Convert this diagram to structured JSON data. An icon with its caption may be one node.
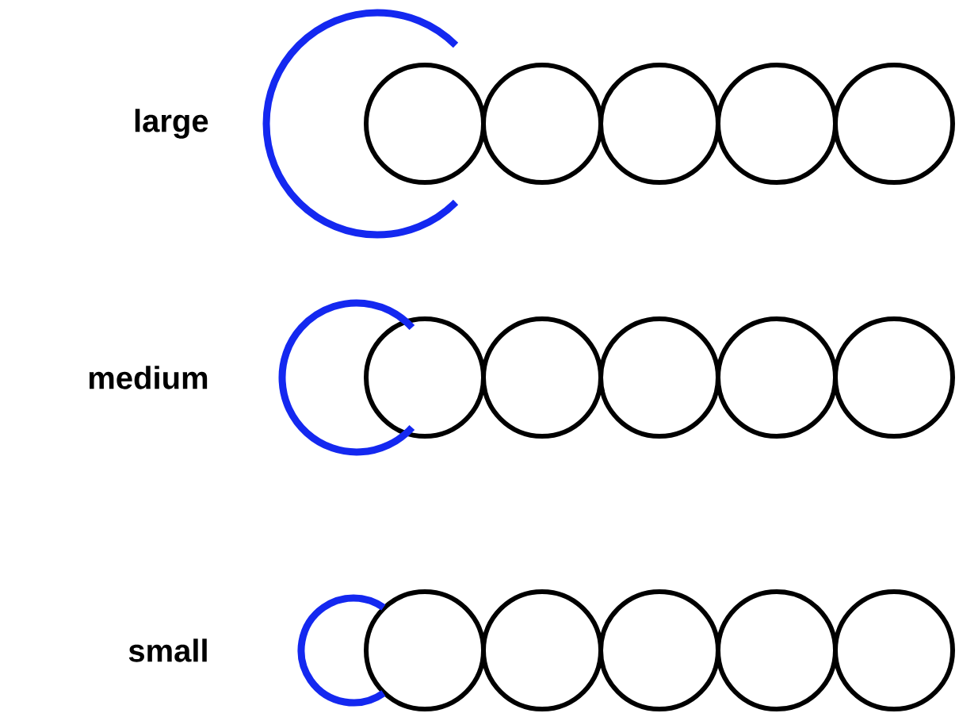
{
  "diagram": {
    "labels": [
      "large",
      "medium",
      "small"
    ]
  }
}
